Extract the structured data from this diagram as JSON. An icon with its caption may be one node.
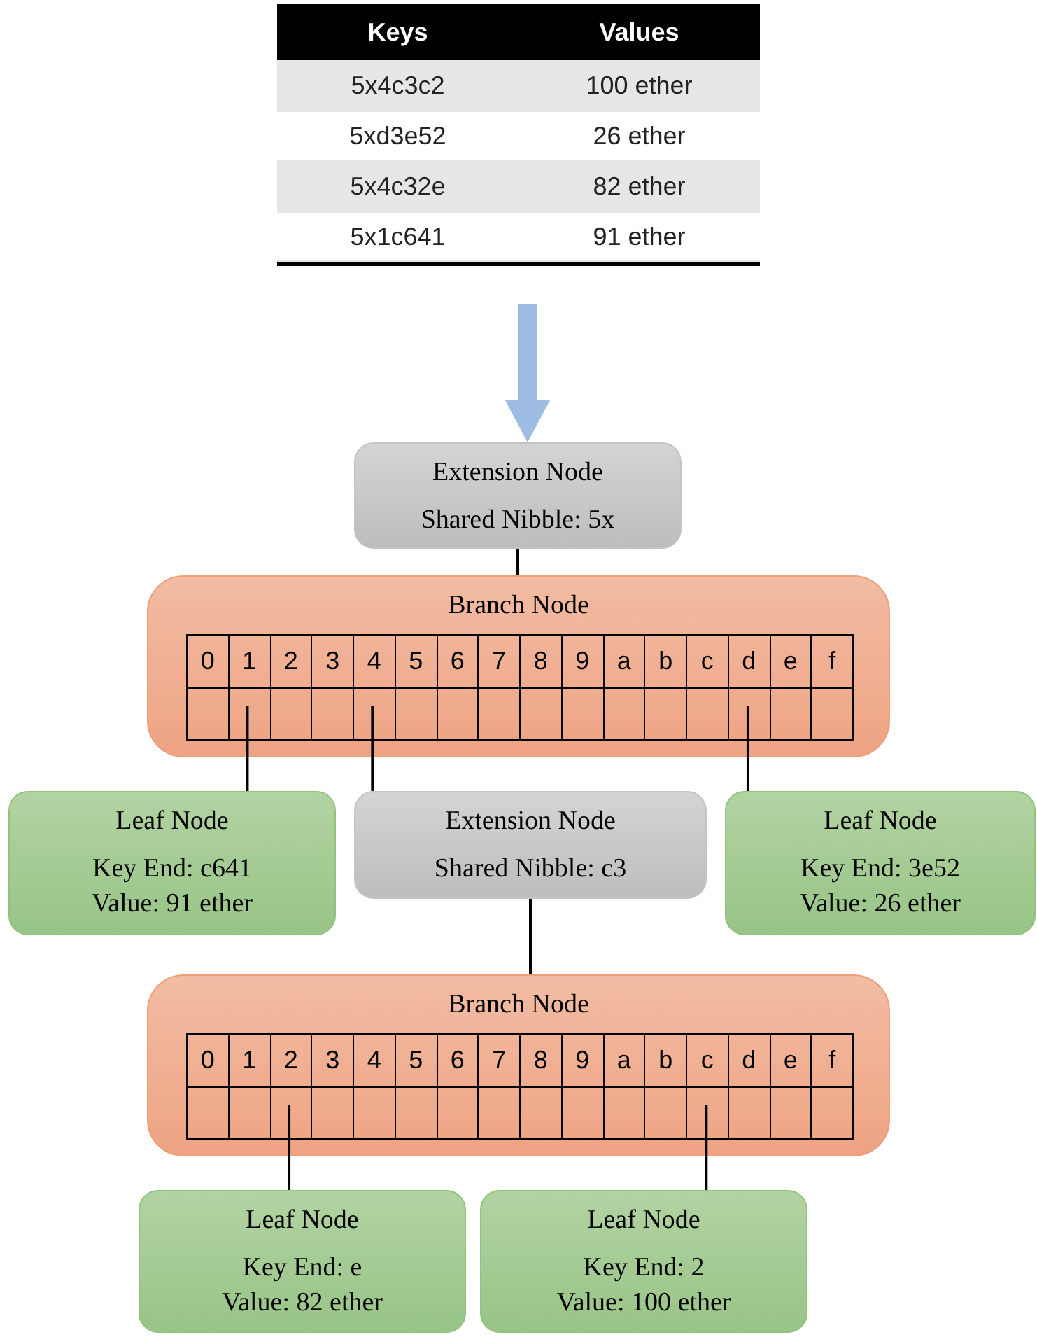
{
  "diagram": {
    "nodes": [
      {
        "text": [
          "Extension Node",
          "Shared Nibble: 5x"
        ]
      },
      {
        "text": [
          "Branch Node",
          "0",
          "1",
          "2",
          "3",
          "4",
          "5",
          "6",
          "7",
          "8",
          "9",
          "a",
          "b",
          "c",
          "d",
          "e",
          "f"
        ]
      },
      {
        "text": [
          "Leaf Node",
          "Key End: c641",
          "Value: 91 ether"
        ]
      },
      {
        "text": [
          "Extension Node",
          "Shared Nibble: c3"
        ]
      },
      {
        "text": [
          "Leaf Node",
          "Key End: 3e52",
          "Value: 26 ether"
        ]
      },
      {
        "text": [
          "Branch Node",
          "0",
          "1",
          "2",
          "3",
          "4",
          "5",
          "6",
          "7",
          "8",
          "9",
          "a",
          "b",
          "c",
          "d",
          "e",
          "f"
        ]
      },
      {
        "text": [
          "Leaf Node",
          "Key End: e",
          "Value: 82 ether"
        ]
      },
      {
        "text": [
          "Leaf Node",
          "Key End: 2",
          "Value: 100 ether"
        ]
      }
    ],
    "edges": [
      {
        "from": null,
        "to": 0,
        "arrow": "to",
        "style": "thick",
        "color": "#9dbde3"
      },
      {
        "from": 0,
        "to": 1,
        "arrow": "none"
      },
      {
        "from": 1,
        "to": 2,
        "arrow": "none"
      },
      {
        "from": 1,
        "to": 3,
        "arrow": "none"
      },
      {
        "from": 1,
        "to": 4,
        "arrow": "none"
      },
      {
        "from": 3,
        "to": 5,
        "arrow": "none"
      },
      {
        "from": 5,
        "to": 6,
        "arrow": "none"
      },
      {
        "from": 5,
        "to": 7,
        "arrow": "none"
      }
    ],
    "labels": [
      "Keys",
      "Values",
      "5x4c3c2",
      "100 ether",
      "5xd3e52",
      "26 ether",
      "5x4c32e",
      "82 ether",
      "5x1c641",
      "91 ether"
    ]
  }
}
